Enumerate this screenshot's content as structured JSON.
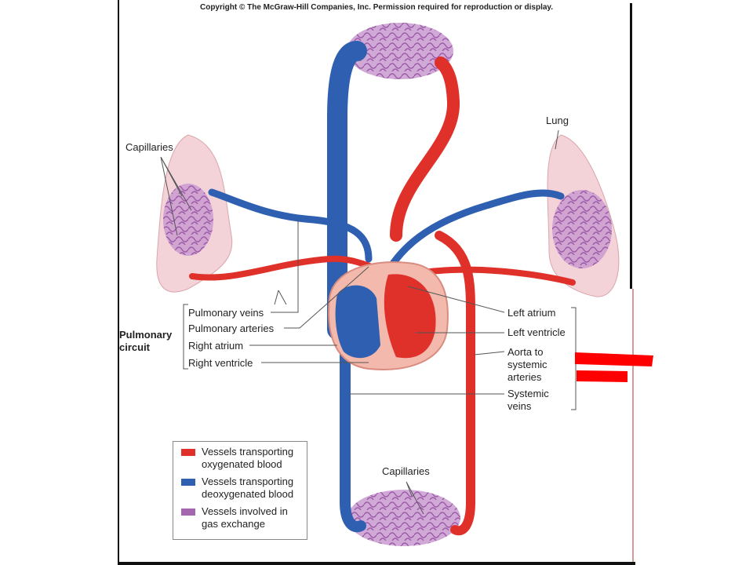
{
  "copyright": "Copyright © The McGraw-Hill Companies, Inc. Permission required for reproduction or display.",
  "labels": {
    "capillaries_lung": "Capillaries",
    "lung": "Lung",
    "pulmonary_veins": "Pulmonary veins",
    "pulmonary_arteries": "Pulmonary arteries",
    "right_atrium": "Right atrium",
    "right_ventricle": "Right ventricle",
    "pulmonary_circuit_1": "Pulmonary",
    "pulmonary_circuit_2": "circuit",
    "left_atrium": "Left atrium",
    "left_ventricle": "Left ventricle",
    "aorta_1": "Aorta to",
    "aorta_2": "systemic",
    "aorta_3": "arteries",
    "systemic_1": "Systemic",
    "systemic_2": "veins",
    "capillaries_body": "Capillaries"
  },
  "legend": {
    "oxygenated_1": "Vessels transporting",
    "oxygenated_2": "oxygenated blood",
    "deoxygenated_1": "Vessels transporting",
    "deoxygenated_2": "deoxygenated blood",
    "exchange_1": "Vessels involved in",
    "exchange_2": "gas exchange"
  },
  "colors": {
    "oxygenated": "#e0302a",
    "deoxygenated": "#2f5fb0",
    "gas_exchange": "#a566b0",
    "lung_tissue": "#f3d3d7",
    "marker": "#ff0000"
  }
}
